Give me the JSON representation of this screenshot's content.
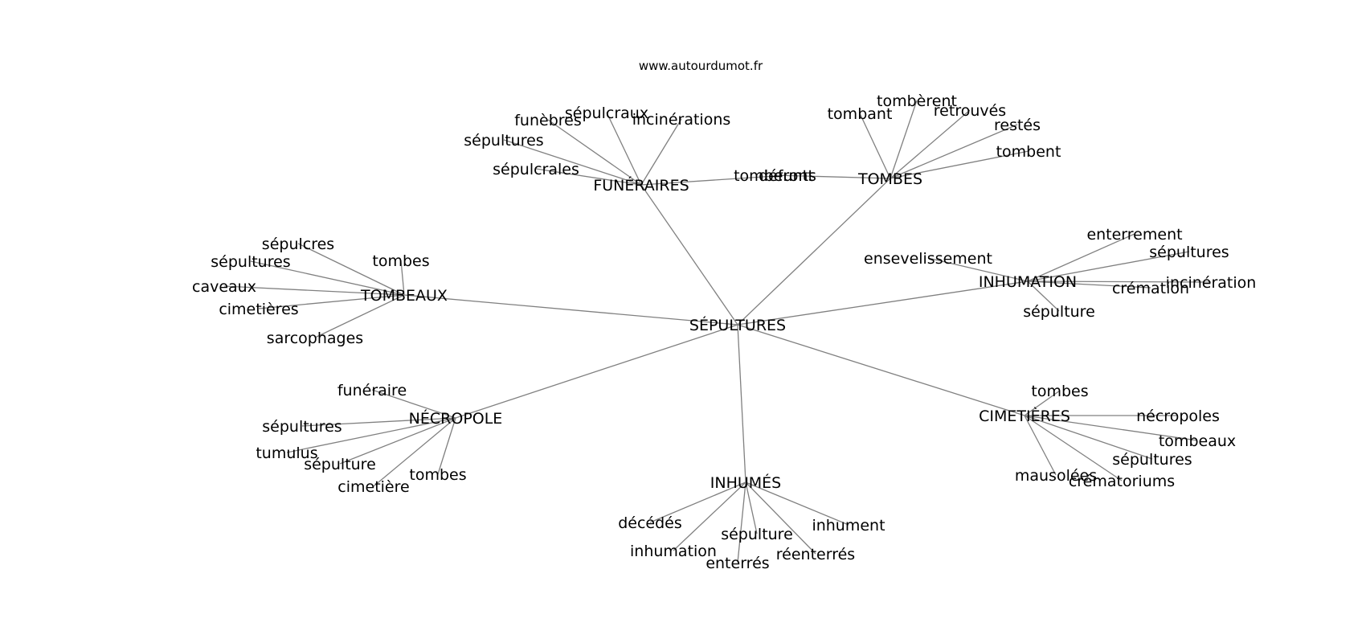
{
  "source": "www.autourdumot.fr",
  "edge_color": "#808080",
  "root": "SÉPULTURES",
  "hubs": [
    {
      "label": "FUNÉRAIRES",
      "leaves": [
        "funèbres",
        "sépulcraux",
        "incinérations",
        "sépultures",
        "sépulcrales",
        "défunts"
      ]
    },
    {
      "label": "TOMBES",
      "leaves": [
        "tombant",
        "tombèrent",
        "retrouvés",
        "restés",
        "tombent",
        "tomberont"
      ]
    },
    {
      "label": "TOMBEAUX",
      "leaves": [
        "sépulcres",
        "sépultures",
        "tombes",
        "caveaux",
        "cimetières",
        "sarcophages"
      ]
    },
    {
      "label": "INHUMATION",
      "leaves": [
        "enterrement",
        "ensevelissement",
        "sépultures",
        "incinération",
        "crémation",
        "sépulture"
      ]
    },
    {
      "label": "NÉCROPOLE",
      "leaves": [
        "funéraire",
        "sépultures",
        "tumulus",
        "sépulture",
        "cimetière",
        "tombes"
      ]
    },
    {
      "label": "CIMETIÈRES",
      "leaves": [
        "tombes",
        "nécropoles",
        "tombeaux",
        "sépultures",
        "mausolées",
        "crématoriums"
      ]
    },
    {
      "label": "INHUMÉS",
      "leaves": [
        "décédés",
        "inhument",
        "sépulture",
        "inhumation",
        "enterrés",
        "réenterrés"
      ]
    }
  ]
}
